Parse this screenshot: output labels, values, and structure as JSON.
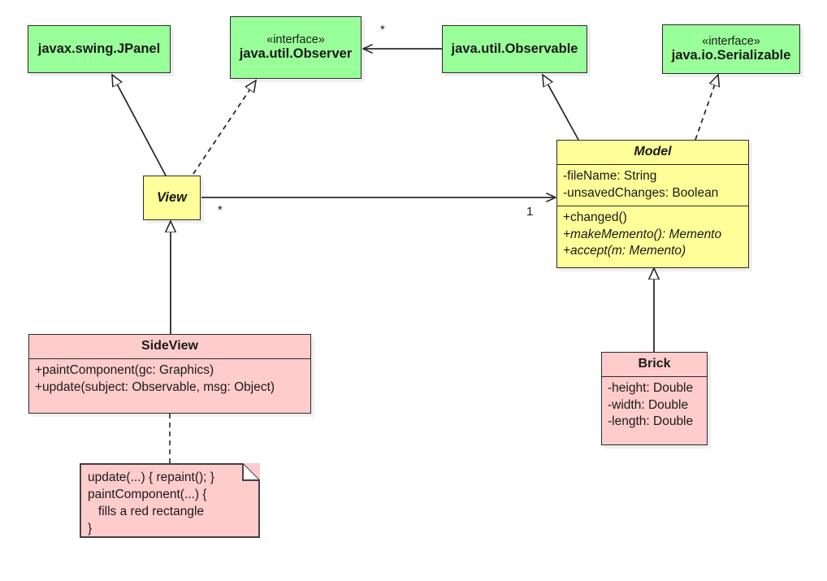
{
  "diagram": {
    "type": "uml-class-diagram",
    "background": "#ffffff",
    "colors": {
      "library_class": "#99ff99",
      "abstract_class": "#ffff99",
      "concrete_class": "#ffcccc",
      "note": "#ffcccc",
      "line": "#2b2b2b"
    }
  },
  "nodes": {
    "jpanel": {
      "name": "javax.swing.JPanel",
      "kind": "class",
      "color": "green"
    },
    "observer": {
      "stereotype": "«interface»",
      "name": "java.util.Observer",
      "kind": "interface",
      "color": "green"
    },
    "observable": {
      "name": "java.util.Observable",
      "kind": "class",
      "color": "green"
    },
    "serializable": {
      "stereotype": "«interface»",
      "name": "java.io.Serializable",
      "kind": "interface",
      "color": "green"
    },
    "view": {
      "name": "View",
      "kind": "abstract-class",
      "color": "yellow"
    },
    "model": {
      "name": "Model",
      "kind": "abstract-class",
      "color": "yellow",
      "attributes": [
        "-fileName: String",
        "-unsavedChanges: Boolean"
      ],
      "operations": [
        {
          "text": "+changed()",
          "abstract": false
        },
        {
          "text": "+makeMemento(): Memento",
          "abstract": true
        },
        {
          "text": "+accept(m: Memento)",
          "abstract": true
        }
      ]
    },
    "sideview": {
      "name": "SideView",
      "kind": "class",
      "color": "pink",
      "operations": [
        "+paintComponent(gc: Graphics)",
        "+update(subject: Observable, msg: Object)"
      ]
    },
    "brick": {
      "name": "Brick",
      "kind": "class",
      "color": "pink",
      "attributes": [
        "-height: Double",
        "-width: Double",
        "-length: Double"
      ]
    },
    "note": {
      "kind": "note",
      "color": "pink",
      "lines": [
        "update(...) { repaint(); }",
        "paintComponent(...) {",
        "   fills a red rectangle",
        "}"
      ]
    }
  },
  "multiplicities": {
    "observable_to_observer": "*",
    "view_to_model_source": "*",
    "view_to_model_target": "1"
  },
  "edges": [
    {
      "from": "view",
      "to": "jpanel",
      "kind": "generalization"
    },
    {
      "from": "view",
      "to": "observer",
      "kind": "realization"
    },
    {
      "from": "observable",
      "to": "observer",
      "kind": "association"
    },
    {
      "from": "model",
      "to": "observable",
      "kind": "generalization"
    },
    {
      "from": "model",
      "to": "serializable",
      "kind": "realization"
    },
    {
      "from": "view",
      "to": "model",
      "kind": "association"
    },
    {
      "from": "sideview",
      "to": "view",
      "kind": "generalization"
    },
    {
      "from": "brick",
      "to": "model",
      "kind": "generalization"
    },
    {
      "from": "note",
      "to": "sideview",
      "kind": "note-anchor"
    }
  ]
}
